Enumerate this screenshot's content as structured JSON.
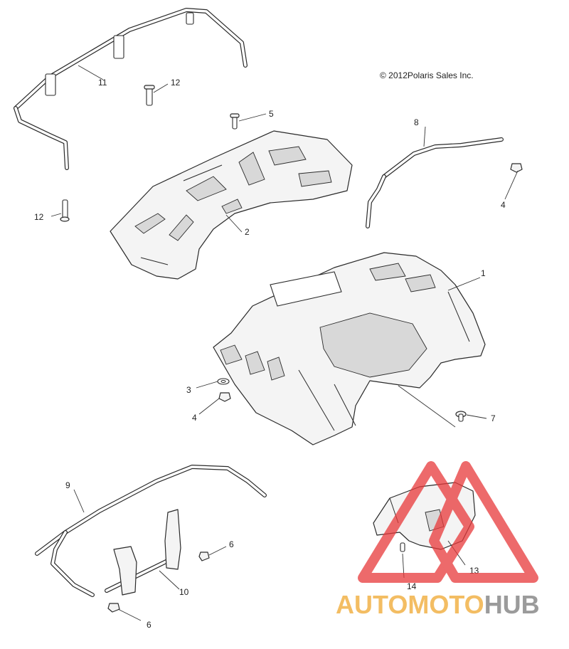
{
  "copyright": "© 2012Polaris Sales Inc.",
  "callouts": [
    "1",
    "2",
    "3",
    "4",
    "4",
    "5",
    "6",
    "6",
    "7",
    "8",
    "9",
    "10",
    "11",
    "12",
    "12",
    "13",
    "14"
  ],
  "watermark": {
    "part_auto": "AUTO",
    "part_moto": "MOTO",
    "part_hub": "HUB",
    "color_orange": "#f0a830",
    "color_gray": "#7a7a7a",
    "color_red": "#e8393a"
  }
}
